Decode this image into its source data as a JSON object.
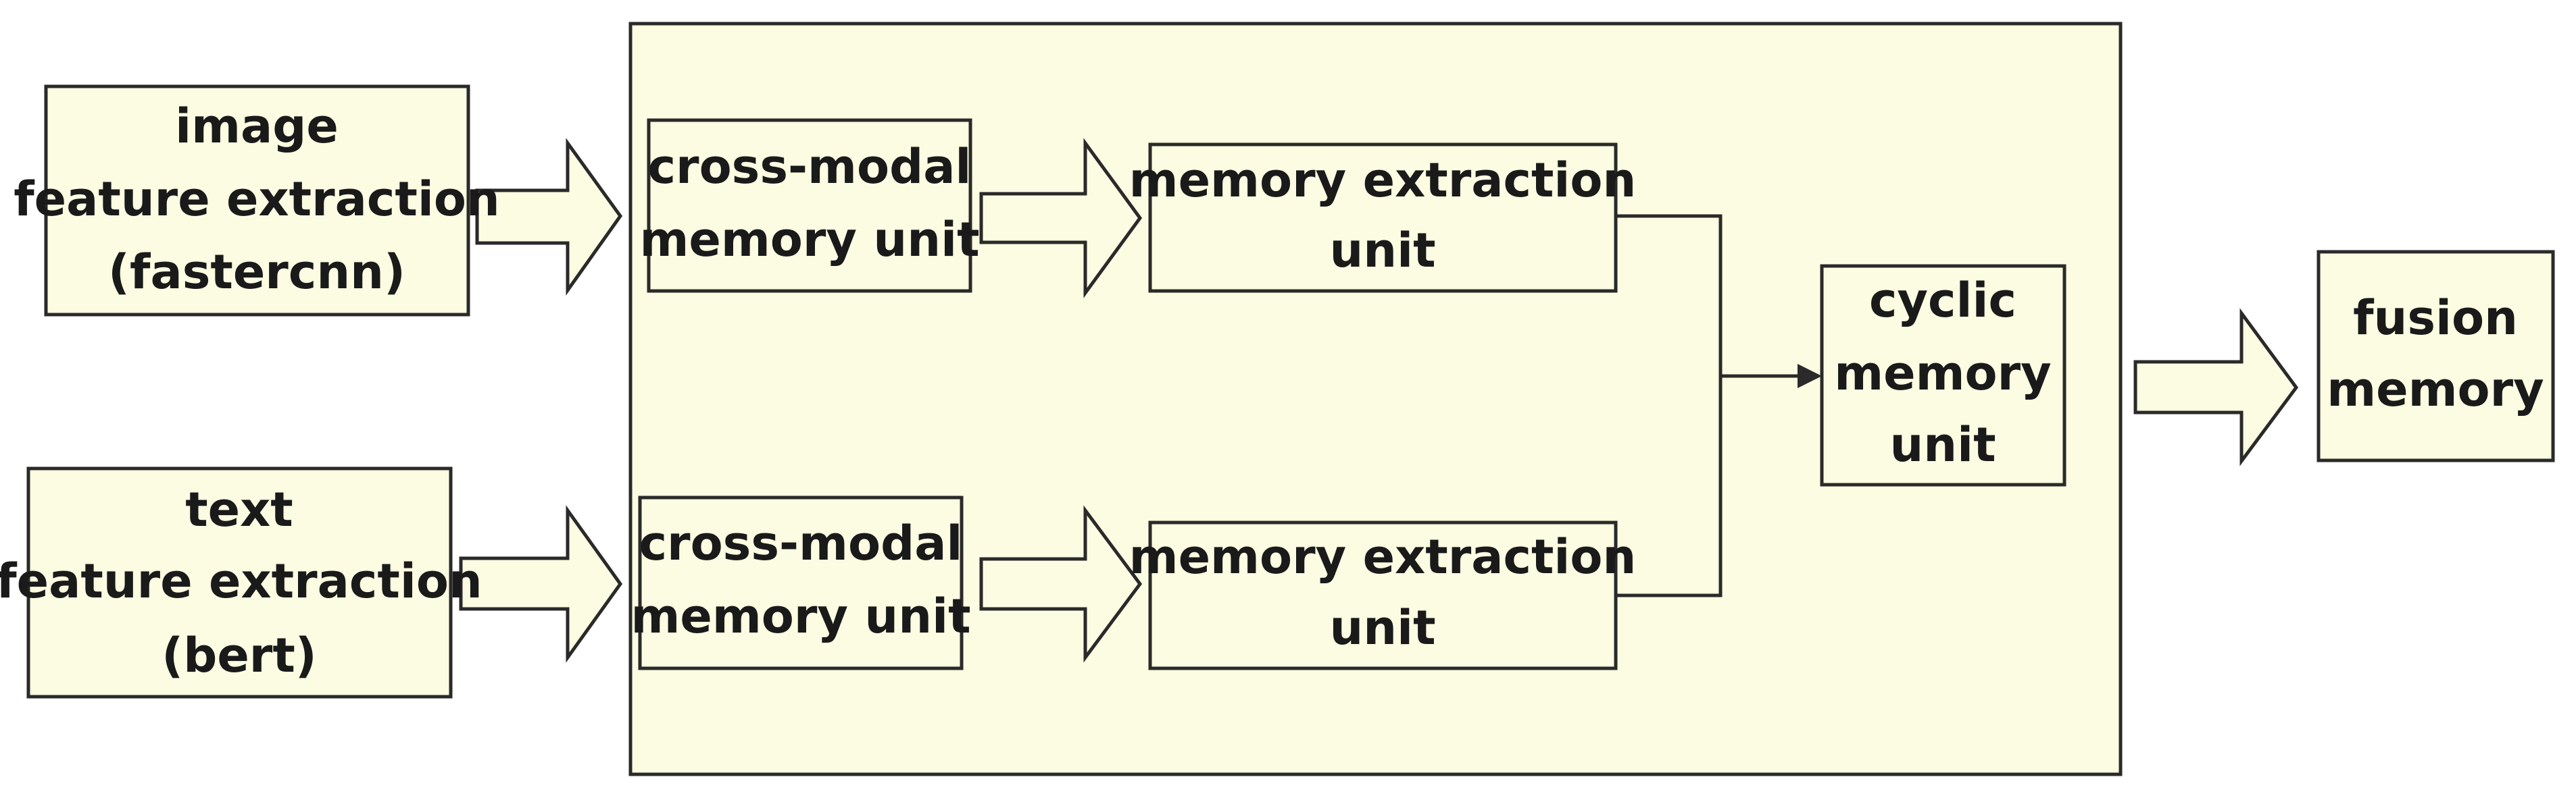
{
  "colors": {
    "box_fill": "#fcfce3",
    "stroke": "#2a2a2a",
    "text": "#1a1a1a",
    "background": "#ffffff"
  },
  "nodes": {
    "image_extraction": [
      "image",
      "feature extraction",
      "(fastercnn)"
    ],
    "text_extraction": [
      "text",
      "feature extraction",
      "(bert)"
    ],
    "cross_modal_top": [
      "cross-modal",
      "memory unit"
    ],
    "cross_modal_bottom": [
      "cross-modal",
      "memory unit"
    ],
    "memory_extraction_top": [
      "memory extraction",
      "unit"
    ],
    "memory_extraction_bottom": [
      "memory extraction",
      "unit"
    ],
    "cyclic_memory": [
      "cyclic",
      "memory",
      "unit"
    ],
    "fusion_memory": [
      "fusion",
      "memory"
    ]
  }
}
